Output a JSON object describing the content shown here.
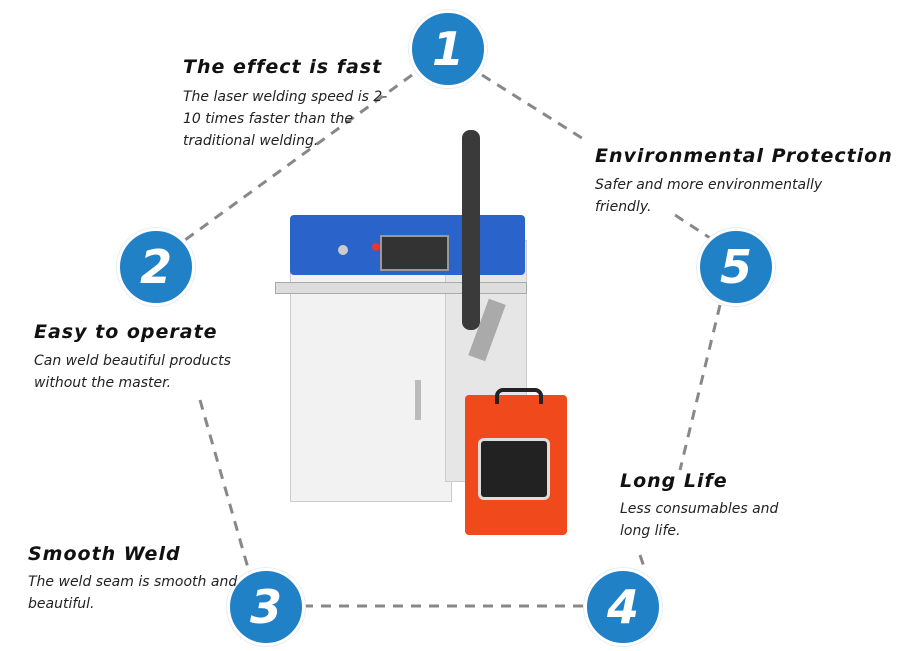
{
  "features": [
    {
      "number": "1",
      "title": "The effect is fast",
      "desc": "The laser welding speed is 2-10 times faster than the traditional welding."
    },
    {
      "number": "2",
      "title": "Easy to operate",
      "desc": "Can weld beautiful products without the master."
    },
    {
      "number": "3",
      "title": "Smooth Weld",
      "desc": "The weld seam is smooth and beautiful."
    },
    {
      "number": "4",
      "title": "Long Life",
      "desc": "Less consumables and long life."
    },
    {
      "number": "5",
      "title": "Environmental Protection",
      "desc": "Safer and more environmentally friendly."
    }
  ],
  "colors": {
    "accent": "#2181c6",
    "machine_blue": "#2a63c9",
    "feeder_orange": "#f04a1c"
  }
}
